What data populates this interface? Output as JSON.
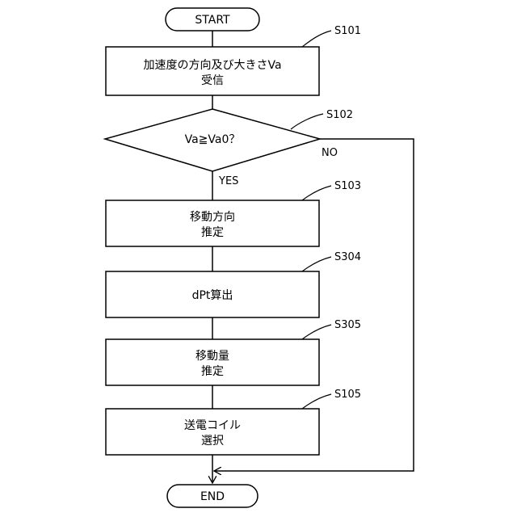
{
  "flow": {
    "start": "START",
    "end": "END",
    "steps": [
      {
        "tag": "S101",
        "lines": [
          "加速度の方向及び大きさVa",
          "受信"
        ]
      },
      {
        "tag": "S102",
        "lines": [
          "Va≧Va0？"
        ]
      },
      {
        "tag": "S103",
        "lines": [
          "移動方向",
          "推定"
        ]
      },
      {
        "tag": "S304",
        "lines": [
          "dPt算出"
        ]
      },
      {
        "tag": "S305",
        "lines": [
          "移動量",
          "推定"
        ]
      },
      {
        "tag": "S105",
        "lines": [
          "送電コイル",
          "選択"
        ]
      }
    ],
    "branches": {
      "yes": "YES",
      "no": "NO"
    }
  }
}
